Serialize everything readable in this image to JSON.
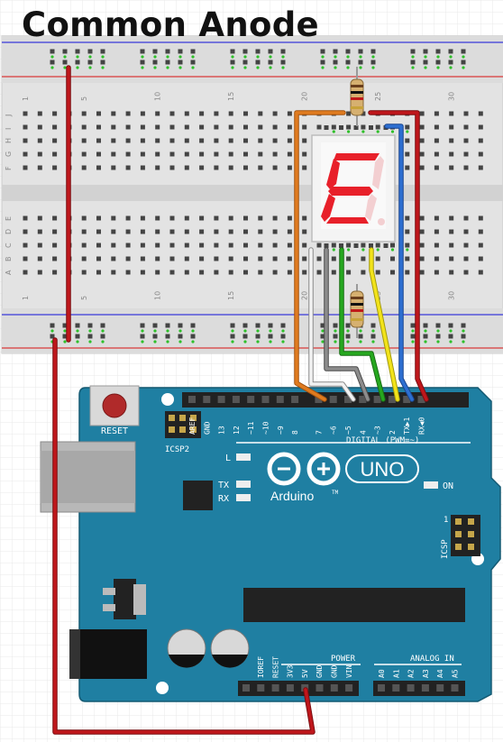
{
  "title": "Common Anode",
  "breadboard": {
    "column_numbers": [
      "1",
      "5",
      "10",
      "15",
      "20",
      "25",
      "30"
    ],
    "row_letters_top": [
      "J",
      "I",
      "H",
      "G",
      "F"
    ],
    "row_letters_bottom": [
      "E",
      "D",
      "C",
      "B",
      "A"
    ]
  },
  "arduino": {
    "reset_label": "RESET",
    "icsp2_label": "ICSP2",
    "icsp_label": "ICSP",
    "icsp_pin1": "1",
    "digital_pins": [
      "AREF",
      "GND",
      "13",
      "12",
      "~11",
      "~10",
      "~9",
      "8",
      "7",
      "~6",
      "~5",
      "4",
      "~3",
      "2",
      "TX▶1",
      "RX◀0"
    ],
    "digital_label": "DIGITAL (PWM=~)",
    "led_l": "L",
    "led_tx": "TX",
    "led_rx": "RX",
    "on_label": "ON",
    "uno_label": "UNO",
    "brand_label": "Arduino",
    "tm": "TM",
    "power_label": "POWER",
    "power_pins": [
      "IOREF",
      "RESET",
      "3V3",
      "5V",
      "GND",
      "GND",
      "VIN"
    ],
    "analog_label": "ANALOG IN",
    "analog_pins": [
      "A0",
      "A1",
      "A2",
      "A3",
      "A4",
      "A5"
    ]
  },
  "colors": {
    "wire_red": "#c0161b",
    "wire_orange": "#e07b1f",
    "wire_blue": "#2d6fd1",
    "wire_yellow": "#f2e31a",
    "wire_green": "#26a81f",
    "wire_gray": "#7a7a7a",
    "wire_white": "#e8e8e8",
    "board_teal": "#1f7fa2",
    "segment_red": "#e8202a"
  },
  "display": {
    "digit_shown": "E"
  }
}
